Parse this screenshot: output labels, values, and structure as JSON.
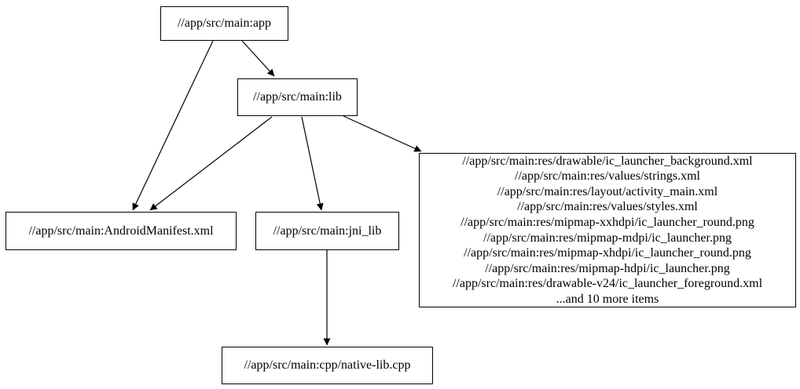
{
  "diagram": {
    "type": "dependency-graph",
    "background_color": "#ffffff",
    "node_border_color": "#000000",
    "text_color": "#000000",
    "nodes": {
      "app": {
        "label": "//app/src/main:app"
      },
      "lib": {
        "label": "//app/src/main:lib"
      },
      "manifest": {
        "label": "//app/src/main:AndroidManifest.xml"
      },
      "jni_lib": {
        "label": "//app/src/main:jni_lib"
      },
      "native_lib": {
        "label": "//app/src/main:cpp/native-lib.cpp"
      },
      "resources": {
        "lines": [
          "//app/src/main:res/drawable/ic_launcher_background.xml",
          "//app/src/main:res/values/strings.xml",
          "//app/src/main:res/layout/activity_main.xml",
          "//app/src/main:res/values/styles.xml",
          "//app/src/main:res/mipmap-xxhdpi/ic_launcher_round.png",
          "//app/src/main:res/mipmap-mdpi/ic_launcher.png",
          "//app/src/main:res/mipmap-xhdpi/ic_launcher_round.png",
          "//app/src/main:res/mipmap-hdpi/ic_launcher.png",
          "//app/src/main:res/drawable-v24/ic_launcher_foreground.xml",
          "...and 10 more items"
        ]
      }
    },
    "edges": [
      {
        "from": "app",
        "to": "manifest"
      },
      {
        "from": "app",
        "to": "lib"
      },
      {
        "from": "lib",
        "to": "manifest"
      },
      {
        "from": "lib",
        "to": "jni_lib"
      },
      {
        "from": "lib",
        "to": "resources"
      },
      {
        "from": "jni_lib",
        "to": "native_lib"
      }
    ]
  }
}
